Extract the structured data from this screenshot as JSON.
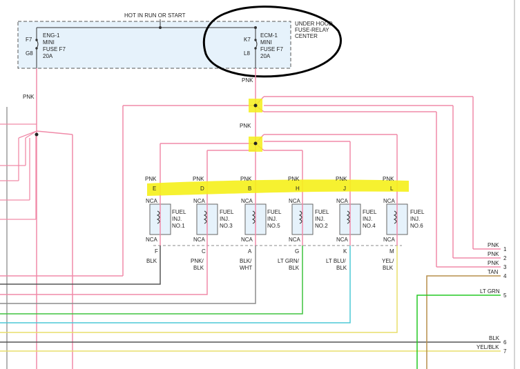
{
  "colors": {
    "pnk": "#f08aa8",
    "gray": "#8c8c8c",
    "blk": "#555555",
    "ltgrn": "#3fc43f",
    "ltblu": "#4cc8d6",
    "yel": "#e8dd6a",
    "tan": "#b58e4a",
    "grn": "#22c922",
    "highlight": "#f5ef1a",
    "box_fill": "#e6f2fb",
    "box_border": "#555555",
    "markup": "#000000"
  },
  "fuse_center": {
    "header": "HOT IN RUN OR START",
    "location_line1": "UNDER HOOD",
    "location_line2": "FUSE-RELAY",
    "location_line3": "CENTER",
    "fuse_left": {
      "top_pin": "F7",
      "bottom_pin": "G8",
      "name": "ENG-1",
      "type": "MINI",
      "fuse": "FUSE F7",
      "rating": "20A"
    },
    "fuse_right": {
      "top_pin": "K7",
      "bottom_pin": "L8",
      "name": "ECM-1",
      "type": "MINI",
      "fuse": "FUSE F7",
      "rating": "20A"
    }
  },
  "wires": {
    "pnk_left": "PNK",
    "pnk_under_fuse": "PNK",
    "pnk_mid": "PNK"
  },
  "injectors": [
    {
      "top_wire": "PNK",
      "top_pin": "E",
      "top_con": "NCA",
      "line1": "FUEL",
      "line2": "INJ.",
      "line3": "NO.1",
      "bottom_con": "NCA",
      "bottom_pin": "F",
      "out1": "BLK",
      "out2": ""
    },
    {
      "top_wire": "PNK",
      "top_pin": "D",
      "top_con": "NCA",
      "line1": "FUEL",
      "line2": "INJ.",
      "line3": "NO.3",
      "bottom_con": "NCA",
      "bottom_pin": "C",
      "out1": "PNK/",
      "out2": "BLK"
    },
    {
      "top_wire": "PNK",
      "top_pin": "B",
      "top_con": "NCA",
      "line1": "FUEL",
      "line2": "INJ.",
      "line3": "NO.5",
      "bottom_con": "NCA",
      "bottom_pin": "A",
      "out1": "BLK/",
      "out2": "WHT"
    },
    {
      "top_wire": "PNK",
      "top_pin": "H",
      "top_con": "NCA",
      "line1": "FUEL",
      "line2": "INJ.",
      "line3": "NO.2",
      "bottom_con": "NCA",
      "bottom_pin": "G",
      "out1": "LT GRN/",
      "out2": "BLK"
    },
    {
      "top_wire": "PNK",
      "top_pin": "J",
      "top_con": "NCA",
      "line1": "FUEL",
      "line2": "INJ.",
      "line3": "NO.4",
      "bottom_con": "NCA",
      "bottom_pin": "K",
      "out1": "LT BLU/",
      "out2": "BLK"
    },
    {
      "top_wire": "PNK",
      "top_pin": "L",
      "top_con": "NCA",
      "line1": "FUEL",
      "line2": "INJ.",
      "line3": "NO.6",
      "bottom_con": "NCA",
      "bottom_pin": "M",
      "out1": "YEL/",
      "out2": "BLK"
    }
  ],
  "right_terminals": [
    {
      "wire": "PNK",
      "num": "1"
    },
    {
      "wire": "PNK",
      "num": "2"
    },
    {
      "wire": "PNK",
      "num": "3"
    },
    {
      "wire": "TAN",
      "num": "4"
    },
    {
      "wire": "LT GRN",
      "num": "5"
    },
    {
      "wire": "BLK",
      "num": "6"
    },
    {
      "wire": "YEL/BLK",
      "num": "7"
    }
  ]
}
